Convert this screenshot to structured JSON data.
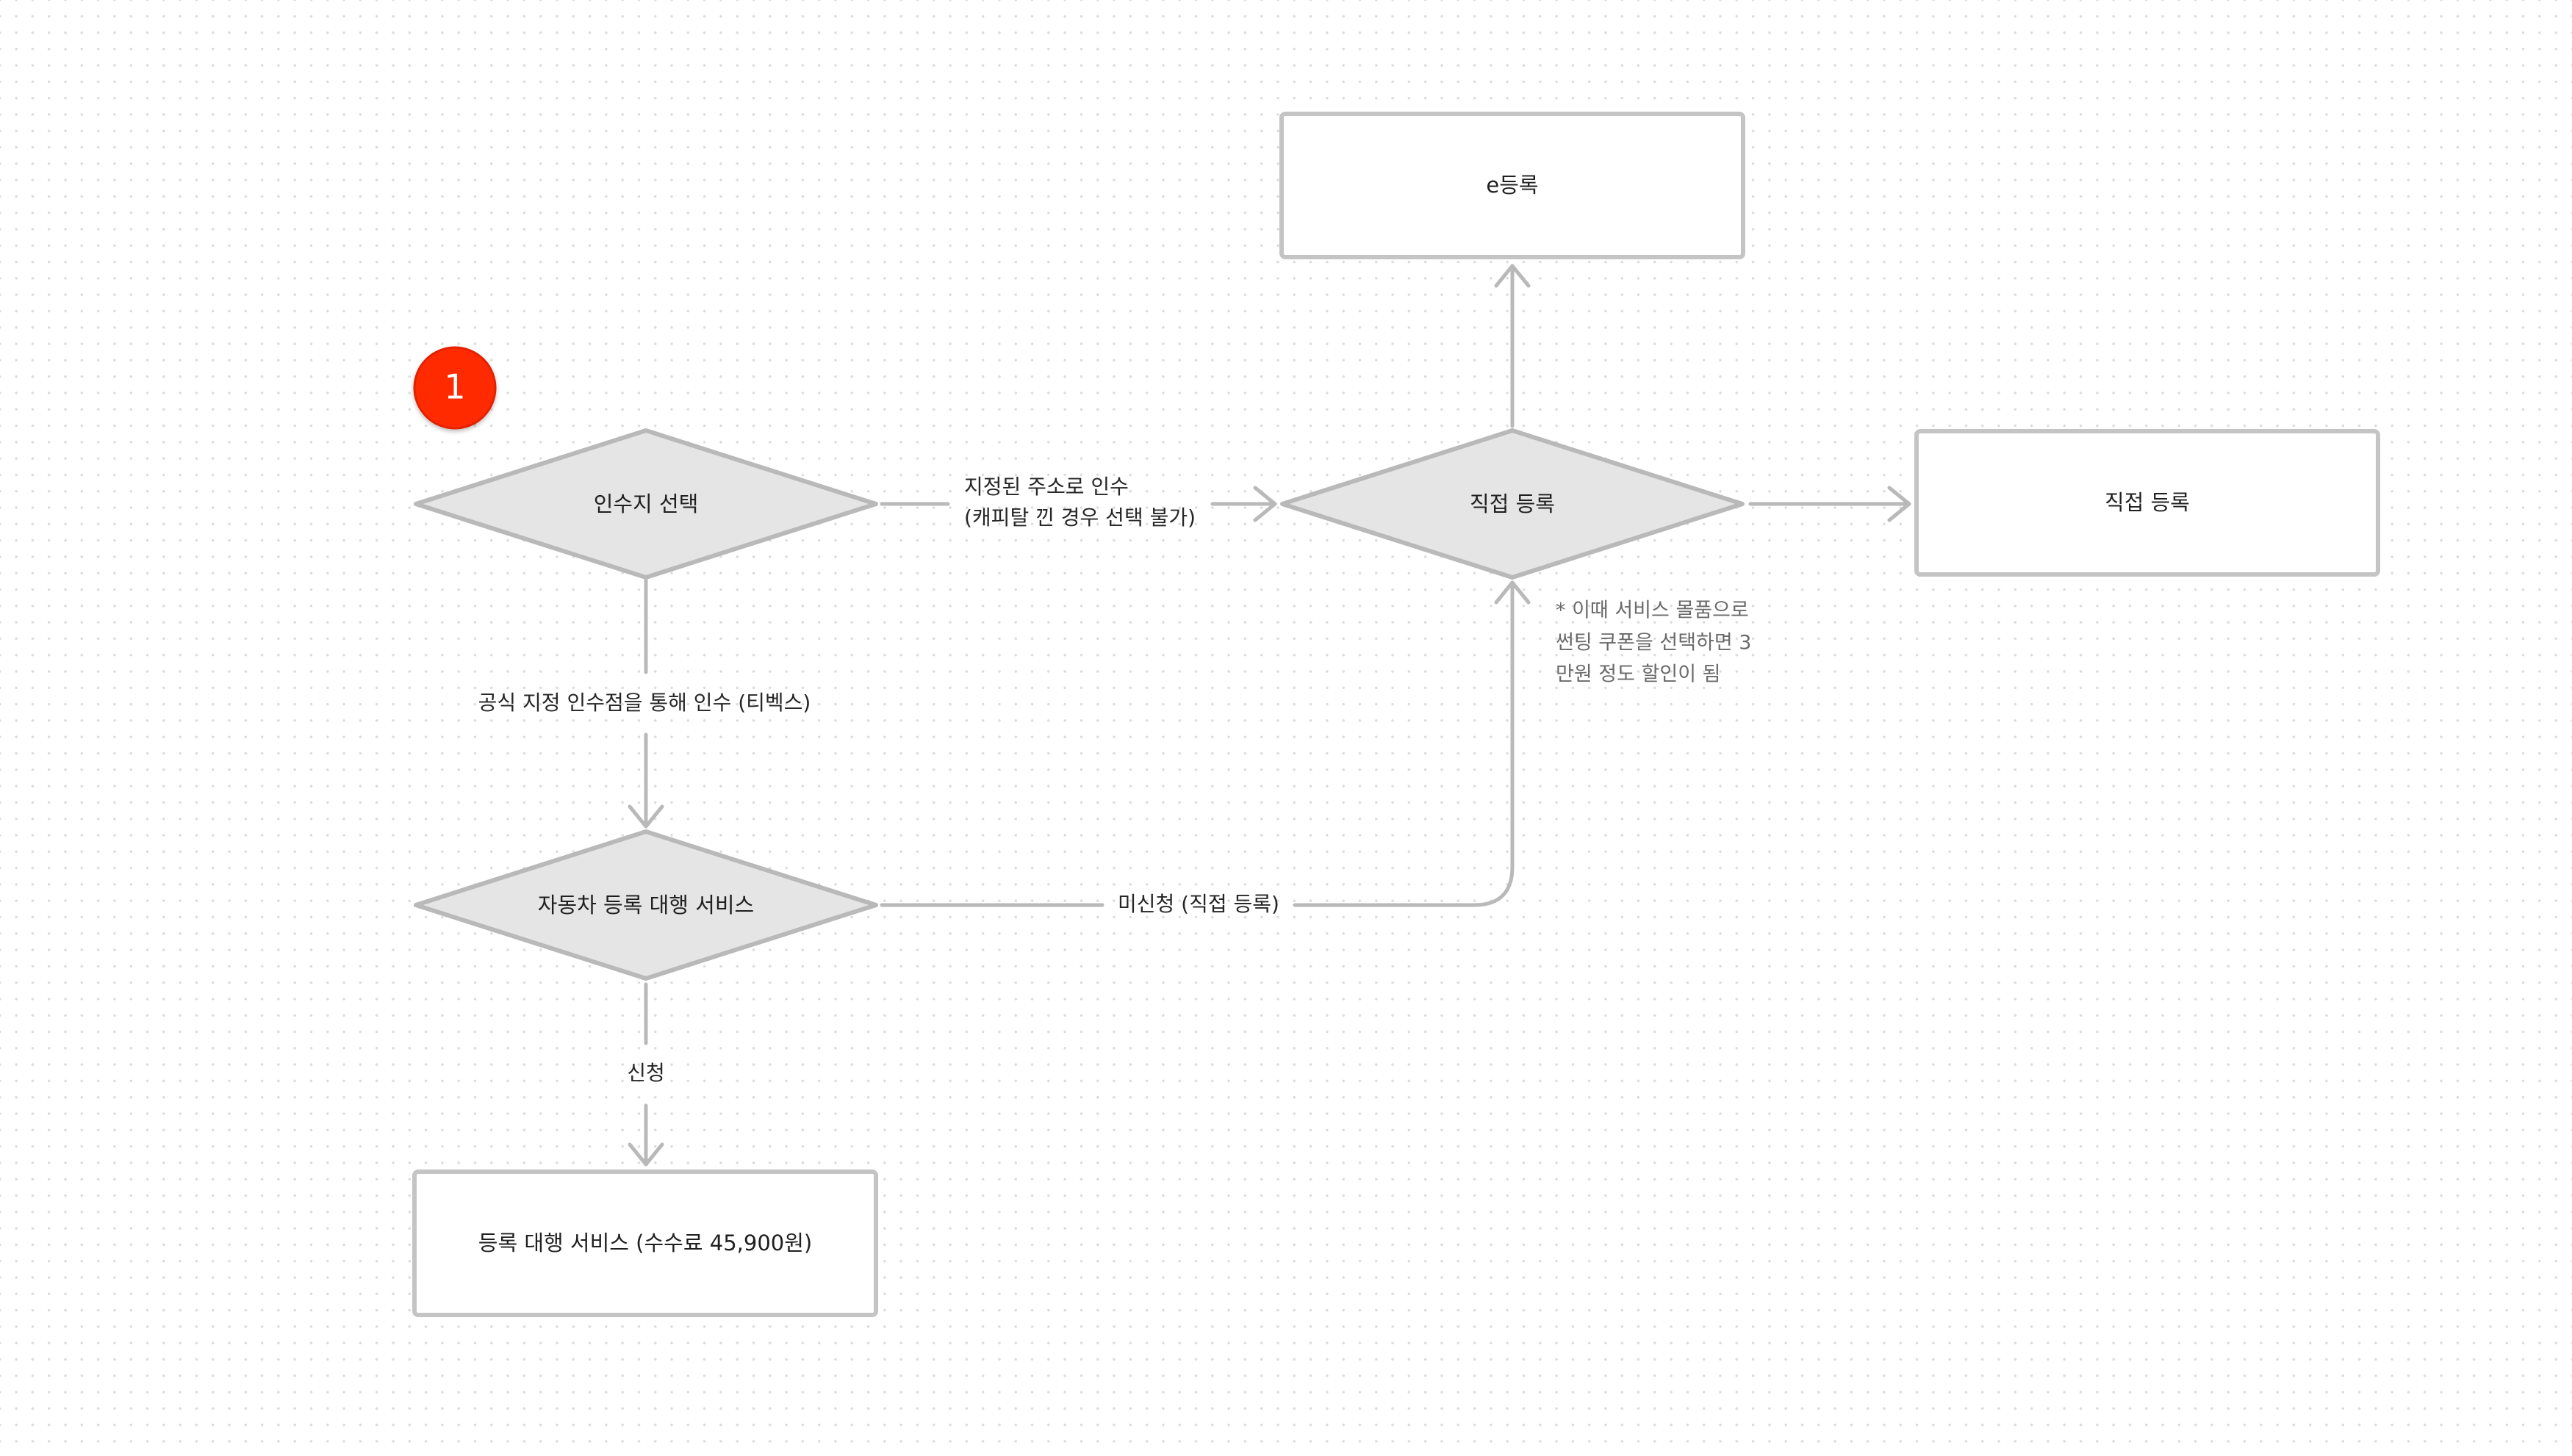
{
  "badge": {
    "label": "1",
    "color": "#ff2a00"
  },
  "nodes": {
    "select_pickup": "인수지 선택",
    "direct_register_decision": "직접 등록",
    "e_register": "e등록",
    "direct_register_box": "직접 등록",
    "agency_service_decision": "자동차 등록 대행 서비스",
    "agency_service_box": "등록 대행 서비스 (수수료 45,900원)"
  },
  "edges": {
    "designated_address": [
      "지정된 주소로 인수",
      "(캐피탈 낀 경우 선택 불가)"
    ],
    "official_pickup": "공식 지정 인수점을 통해 인수 (티벡스)",
    "not_applied": "미신청 (직접 등록)",
    "applied": "신청"
  },
  "note": [
    "* 이때 서비스 몰품으로",
    "썬팅 쿠폰을 선택하면 3",
    "만원 정도 할인이 됨"
  ],
  "colors": {
    "diamond_fill": "#e5e5e5",
    "stroke": "#b9b9b9",
    "box_fill": "#ffffff"
  }
}
